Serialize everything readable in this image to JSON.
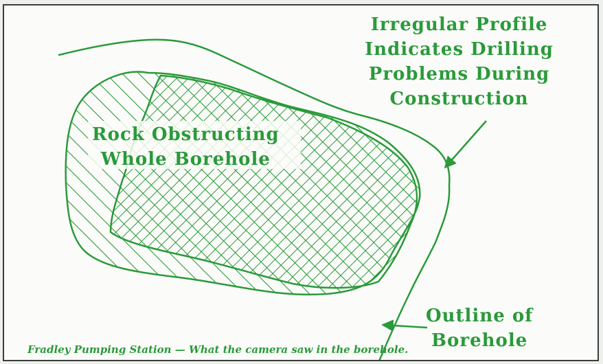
{
  "labels": {
    "irregular_profile": [
      "Irregular Profile",
      "Indicates Drilling",
      "Problems During",
      "Construction"
    ],
    "rock": [
      "Rock Obstructing",
      "Whole Borehole"
    ],
    "outline": [
      "Outline of",
      "Borehole"
    ]
  },
  "caption": "Fradley Pumping Station — What the camera saw in the borehole.",
  "colors": {
    "ink": "#2a9a3a",
    "paper": "#fbfcf9",
    "border": "#3c3c3c"
  }
}
